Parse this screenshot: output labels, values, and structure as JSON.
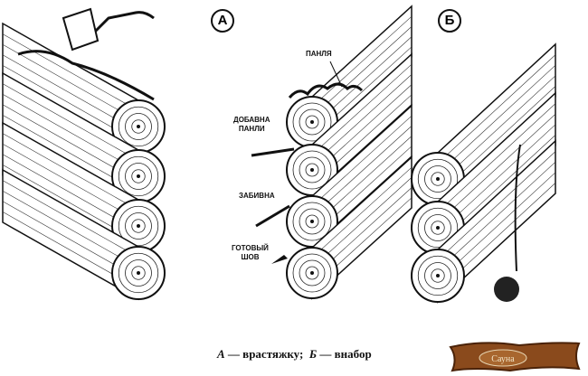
{
  "markers": {
    "a": "А",
    "b": "Б"
  },
  "labels": {
    "tow": "ПАНЛЯ",
    "add_tow_1": "ДОБАВНА",
    "add_tow_2": "ПАНЛИ",
    "driven": "ЗАБИВНА",
    "seam_1": "ГОТОВЫЙ",
    "seam_2": "ШОВ"
  },
  "caption": {
    "a": "А",
    "a_text": " — врастяжку;  ",
    "b": "Б",
    "b_text": " — внабор"
  },
  "logo": {
    "text": "Сауна"
  },
  "colors": {
    "ink": "#111111",
    "wood": "#8a4a1c",
    "wood_dark": "#4a2208"
  }
}
